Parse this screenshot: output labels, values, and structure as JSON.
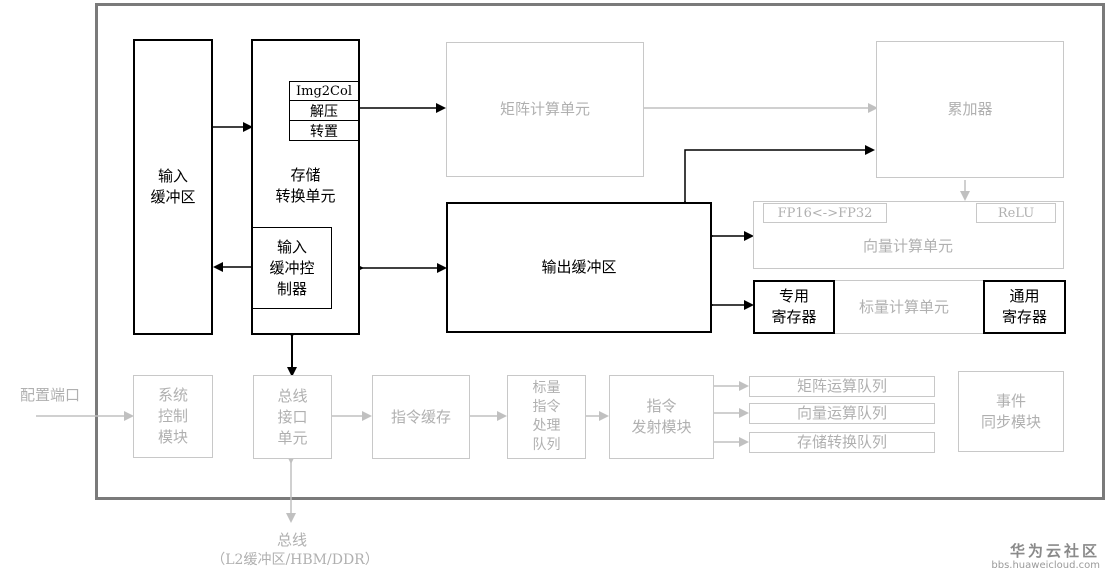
{
  "diagram": {
    "input_buffer": "输入\n缓冲区",
    "storage_convert": "存储\n转换单元",
    "img2col": "Img2Col",
    "decompress": "解压",
    "transpose": "转置",
    "input_buffer_controller": "输入\n缓冲控\n制器",
    "matrix_unit": "矩阵计算单元",
    "accumulator": "累加器",
    "output_buffer": "输出缓冲区",
    "fp_convert": "FP16<->FP32",
    "relu": "ReLU",
    "vector_unit": "向量计算单元",
    "special_register": "专用\n寄存器",
    "scalar_unit": "标量计算单元",
    "general_register": "通用\n寄存器",
    "config_port": "配置端口",
    "system_control": "系统\n控制\n模块",
    "bus_interface": "总线\n接口\n单元",
    "instruction_cache": "指令缓存",
    "scalar_queue": "标量\n指令\n处理\n队列",
    "instruction_dispatch": "指令\n发射模块",
    "matrix_queue": "矩阵运算队列",
    "vector_queue": "向量运算队列",
    "storage_queue": "存储转换队列",
    "event_sync": "事件\n同步模块",
    "bus_label": "总线",
    "bus_detail": "（L2缓冲区/HBM/DDR）"
  },
  "watermark": {
    "brand": "华为云社区",
    "url": "bbs.huaweicloud.com"
  }
}
